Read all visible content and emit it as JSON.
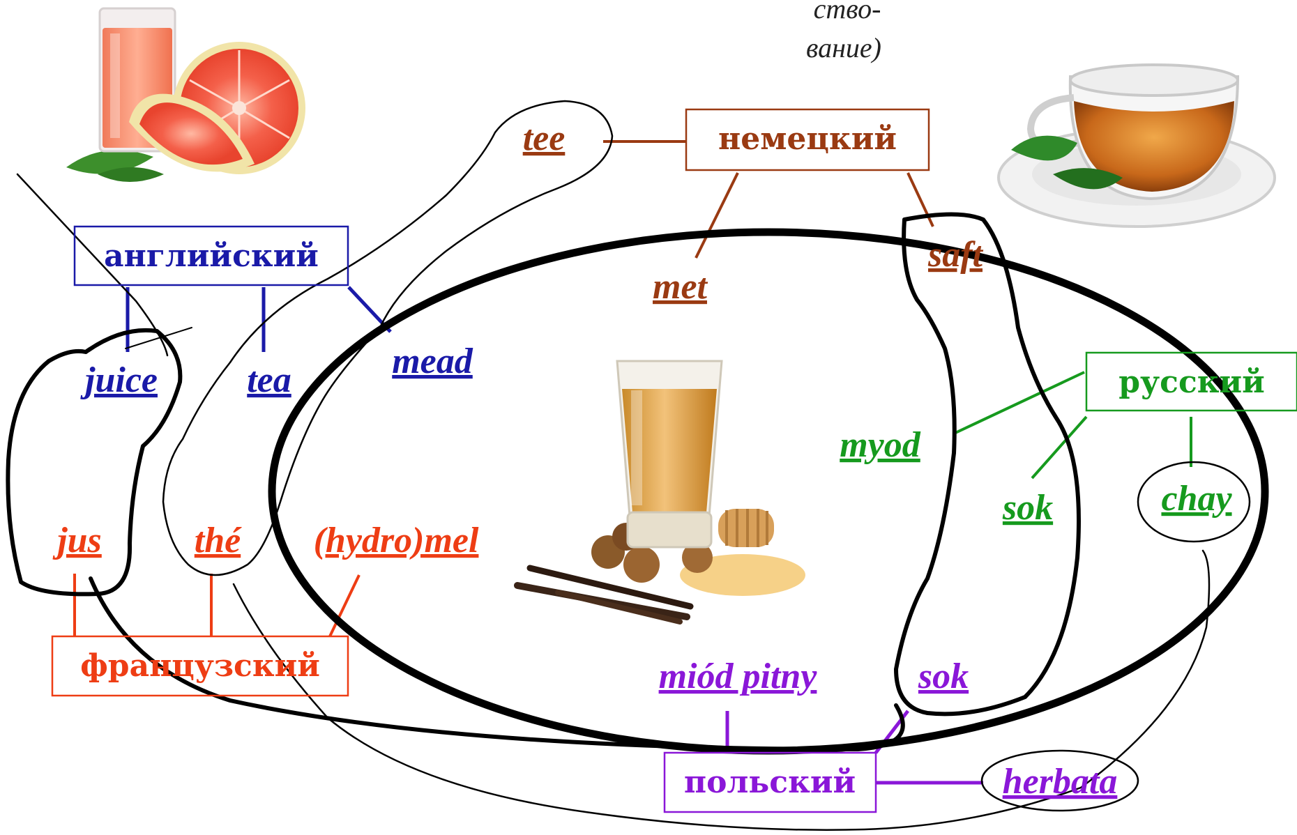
{
  "colors": {
    "english": "#1a1aa8",
    "german": "#9a3a12",
    "french": "#ee3d14",
    "russian": "#169a1e",
    "polish": "#8a17d8",
    "outline": "#000000"
  },
  "note": {
    "line1": "ство-",
    "line2": "вание)"
  },
  "languages": {
    "english": "английский",
    "german": "немецкий",
    "french": "французский",
    "russian": "русский",
    "polish": "польский"
  },
  "words": {
    "english": {
      "juice": "juice",
      "tea": "tea",
      "mead": "mead"
    },
    "german": {
      "tea": "tee",
      "mead": "met",
      "juice": "saft"
    },
    "french": {
      "juice": "jus",
      "tea": "thé",
      "mead": "(hydro)mel"
    },
    "russian": {
      "mead": "myod",
      "juice": "sok",
      "tea": "chay"
    },
    "polish": {
      "mead": "miód pitny",
      "juice": "sok",
      "tea": "herbata"
    }
  },
  "images": {
    "juice": "grapefruit-juice-glass",
    "tea": "tea-cup-saucer",
    "mead": "mead-glass-honey"
  }
}
